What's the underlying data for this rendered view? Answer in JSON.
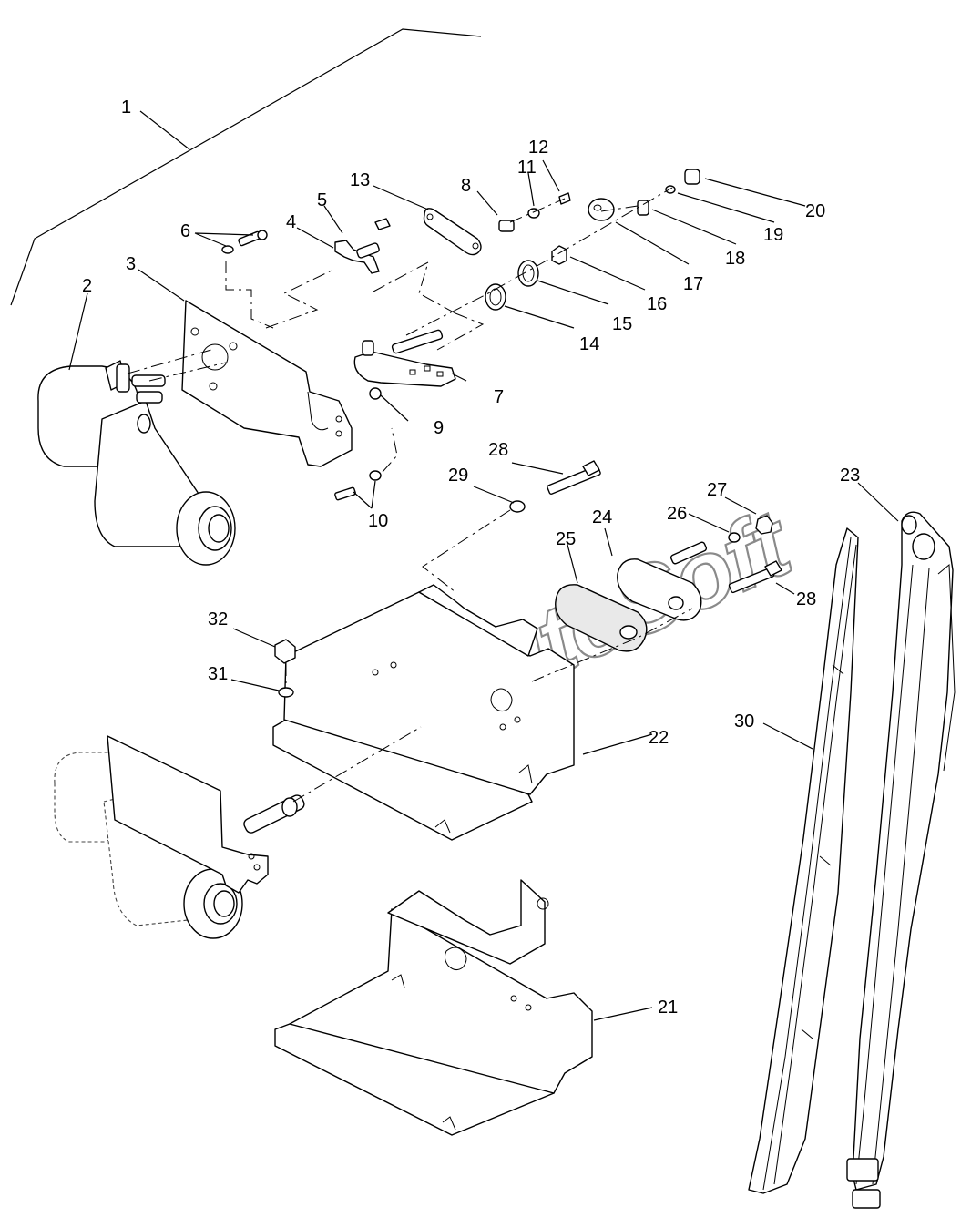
{
  "watermark": "AutoSoft",
  "parts": [
    {
      "id": "1"
    },
    {
      "id": "2"
    },
    {
      "id": "3"
    },
    {
      "id": "4"
    },
    {
      "id": "5"
    },
    {
      "id": "6"
    },
    {
      "id": "7"
    },
    {
      "id": "8"
    },
    {
      "id": "9"
    },
    {
      "id": "10"
    },
    {
      "id": "11"
    },
    {
      "id": "12"
    },
    {
      "id": "13"
    },
    {
      "id": "14"
    },
    {
      "id": "15"
    },
    {
      "id": "16"
    },
    {
      "id": "17"
    },
    {
      "id": "18"
    },
    {
      "id": "19"
    },
    {
      "id": "20"
    },
    {
      "id": "21"
    },
    {
      "id": "22"
    },
    {
      "id": "23"
    },
    {
      "id": "24"
    },
    {
      "id": "25"
    },
    {
      "id": "26"
    },
    {
      "id": "27"
    },
    {
      "id": "28"
    },
    {
      "id": "28"
    },
    {
      "id": "29"
    },
    {
      "id": "30"
    },
    {
      "id": "31"
    },
    {
      "id": "32"
    }
  ]
}
